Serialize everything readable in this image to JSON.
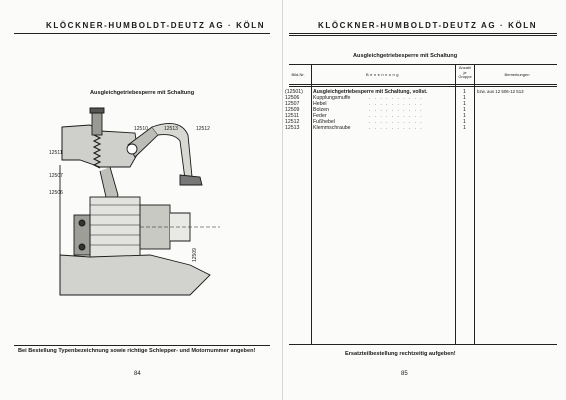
{
  "left_page": {
    "header": "KLÖCKNER-HUMBOLDT-DEUTZ AG · KÖLN",
    "title": "Ausgleichgetriebesperre mit Schaltung",
    "callouts": [
      "12510",
      "12513",
      "12512",
      "12511",
      "12507",
      "12506",
      "12509"
    ],
    "footer": "Bei Bestellung Typenbezeichnung sowie richtige Schlepper- und Motornummer angeben!",
    "page_number": "84"
  },
  "right_page": {
    "header": "KLÖCKNER-HUMBOLDT-DEUTZ AG · KÖLN",
    "title": "Ausgleichgetriebesperre mit Schaltung",
    "columns": {
      "bild_nr": "Bild-Nr.",
      "benennung": "Benennung",
      "anzahl_line1": "Anzahl",
      "anzahl_line2": "je",
      "anzahl_line3": "Gruppe",
      "bemerkungen": "Bemerkungen"
    },
    "rows": [
      {
        "nr": "(12501)",
        "name": "Ausgleichgetriebesperre mit Schaltung, vollst.",
        "qty": "1",
        "note": "bzw. aus 12 506-12 513"
      },
      {
        "nr": "12506",
        "name": "Kupplungsmuffe",
        "qty": "1",
        "note": ""
      },
      {
        "nr": "12507",
        "name": "Hebel",
        "qty": "1",
        "note": ""
      },
      {
        "nr": "12509",
        "name": "Bolzen",
        "qty": "1",
        "note": ""
      },
      {
        "nr": "12511",
        "name": "Feder",
        "qty": "1",
        "note": ""
      },
      {
        "nr": "12512",
        "name": "Fußhebel",
        "qty": "1",
        "note": ""
      },
      {
        "nr": "12513",
        "name": "Klemmschraube",
        "qty": "1",
        "note": ""
      }
    ],
    "footer": "Ersatzteilbestellung rechtzeitig aufgeben!",
    "page_number": "85"
  }
}
